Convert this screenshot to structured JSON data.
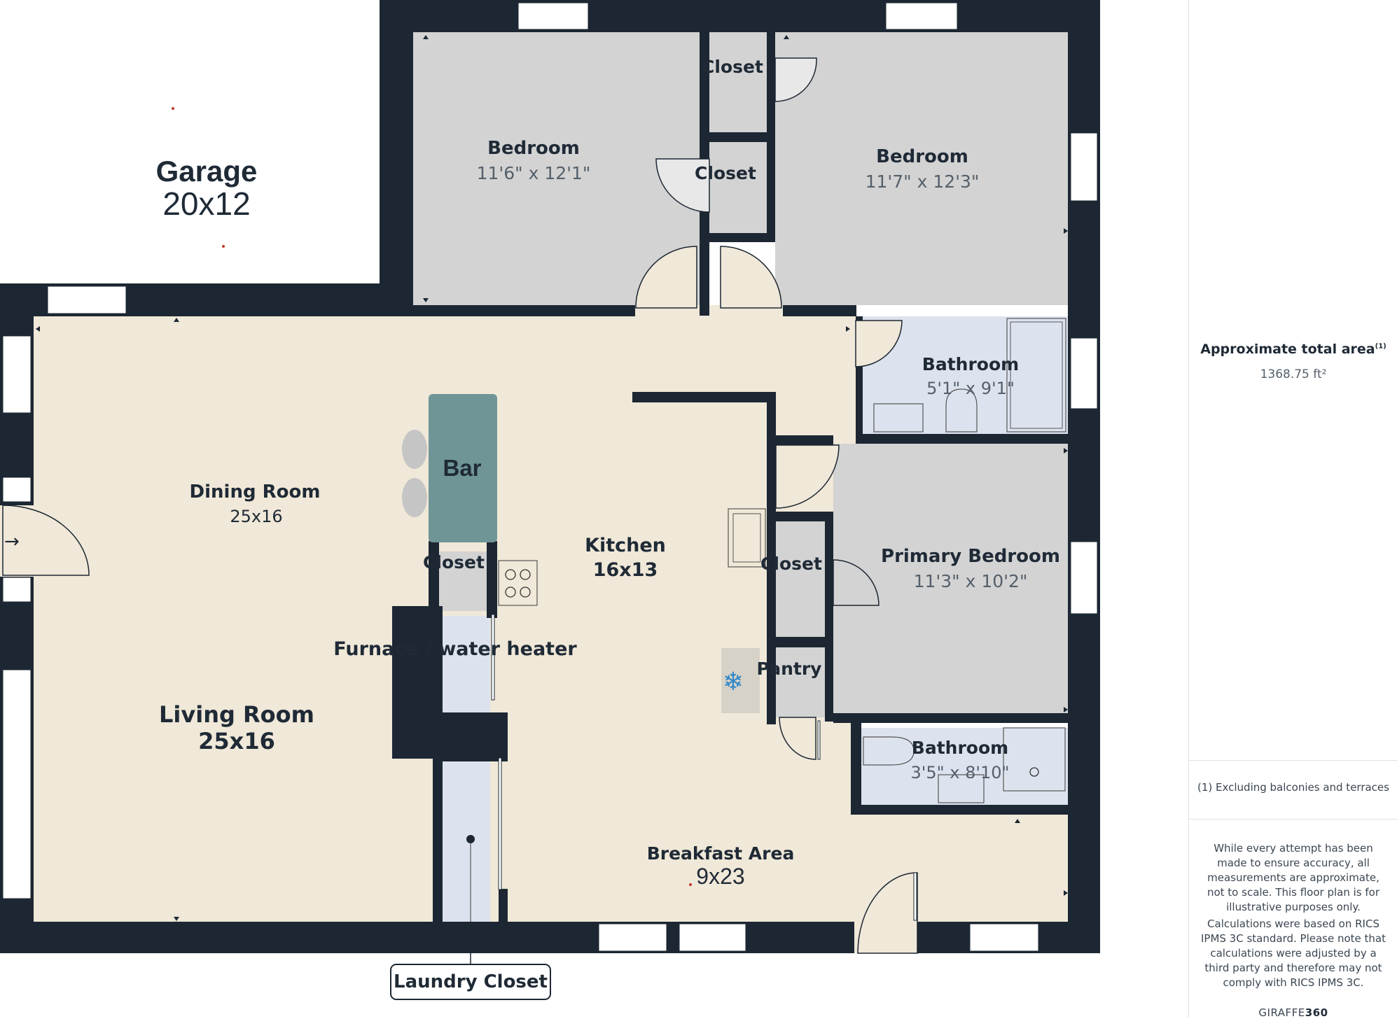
{
  "rooms": {
    "garage": {
      "name": "Garage",
      "size": "20x12"
    },
    "bedroom_left": {
      "name": "Bedroom",
      "size": "11'6\" x 12'1\""
    },
    "bedroom_right": {
      "name": "Bedroom",
      "size": "11'7\" x 12'3\""
    },
    "closet_top": {
      "name": "Closet"
    },
    "closet_mid": {
      "name": "Closet"
    },
    "bathroom_upper": {
      "name": "Bathroom",
      "size": "5'1\" x 9'1\""
    },
    "dining_room": {
      "name": "Dining Room",
      "size": "25x16"
    },
    "bar": {
      "name": "Bar"
    },
    "kitchen": {
      "name": "Kitchen",
      "size": "16x13"
    },
    "closet_kitchen": {
      "name": "Closet"
    },
    "closet_primary": {
      "name": "Closet"
    },
    "primary_bedroom": {
      "name": "Primary Bedroom",
      "size": "11'3\" x 10'2\""
    },
    "furnace": {
      "name": "Furnace / water heater"
    },
    "pantry": {
      "name": "Pantry"
    },
    "living_room": {
      "name": "Living Room",
      "size": "25x16"
    },
    "bathroom_lower": {
      "name": "Bathroom",
      "size": "3'5\" x 8'10\""
    },
    "breakfast_area": {
      "name": "Breakfast Area",
      "size": "9x23"
    },
    "laundry_closet": {
      "name": "Laundry Closet"
    }
  },
  "sidebar": {
    "area_title": "Approximate total area",
    "area_sup": "(1)",
    "area_value": "1368.75 ft²",
    "footnote": "(1) Excluding balconies and terraces",
    "disclaimer_1": "While every attempt has been made to ensure accuracy, all measurements are approximate, not to scale. This floor plan is for illustrative purposes only.",
    "disclaimer_2": "Calculations were based on RICS IPMS 3C standard. Please note that calculations were adjusted by a third party and therefore may not comply with RICS IPMS 3C.",
    "brand_light": "GIRAFFE",
    "brand_bold": "360"
  },
  "icons": {
    "freezer": "snowflake-icon",
    "entry": "arrow-right-icon"
  },
  "colors": {
    "wall": "#1c2733",
    "living_floor": "#f0e8d8",
    "bedroom_floor": "#d3d3d3",
    "bathroom_floor": "#dde3ee",
    "bar_counter": "#6f9597",
    "window": "#ffffff"
  }
}
